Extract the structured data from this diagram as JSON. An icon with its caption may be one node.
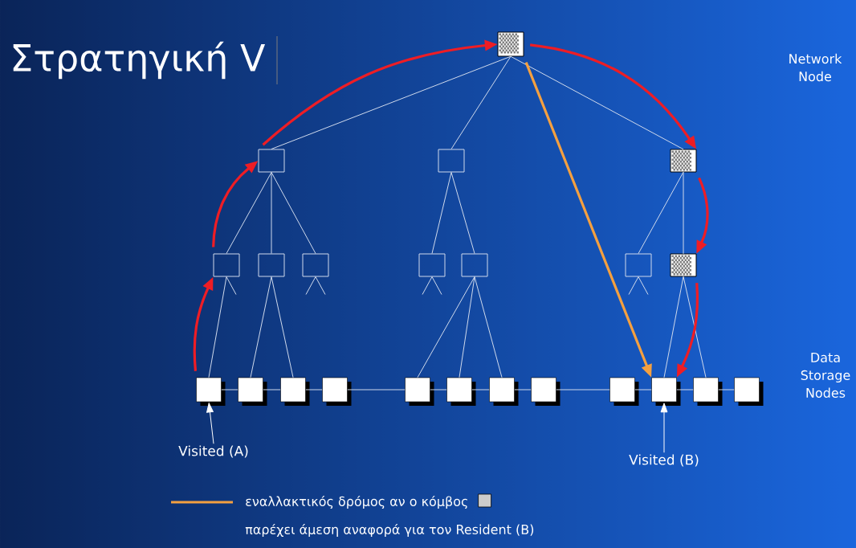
{
  "diagram": {
    "title": "Στρατηγική V",
    "nodes": [
      {
        "text": [],
        "shape": "box"
      },
      {
        "text": [],
        "shape": "box"
      },
      {
        "text": [],
        "shape": "box"
      },
      {
        "text": [],
        "shape": "box"
      },
      {
        "text": [],
        "shape": "box"
      },
      {
        "text": [],
        "shape": "box"
      },
      {
        "text": [],
        "shape": "box"
      },
      {
        "text": [],
        "shape": "box"
      },
      {
        "text": [],
        "shape": "box"
      },
      {
        "text": [],
        "shape": "box"
      },
      {
        "text": [],
        "shape": "box"
      },
      {
        "text": [],
        "shape": "box"
      },
      {
        "text": [],
        "shape": "box"
      },
      {
        "text": [],
        "shape": "box"
      },
      {
        "text": [],
        "shape": "box"
      },
      {
        "text": [],
        "shape": "box"
      },
      {
        "text": [],
        "shape": "box"
      },
      {
        "text": [],
        "shape": "box"
      },
      {
        "text": [],
        "shape": "box"
      },
      {
        "text": [],
        "shape": "box"
      },
      {
        "text": [],
        "shape": "box"
      },
      {
        "text": [],
        "shape": "box"
      },
      {
        "text": [],
        "shape": "box"
      },
      {
        "text": [
          "Visited (A)"
        ]
      },
      {
        "text": [
          "Visited (B)"
        ]
      }
    ],
    "edges": [
      {
        "from": 0,
        "to": 1,
        "arrow": "none"
      },
      {
        "from": 0,
        "to": 2,
        "arrow": "none"
      },
      {
        "from": 0,
        "to": 3,
        "arrow": "none"
      },
      {
        "from": 1,
        "to": 4,
        "arrow": "none"
      },
      {
        "from": 1,
        "to": 5,
        "arrow": "none"
      },
      {
        "from": 1,
        "to": 6,
        "arrow": "none"
      },
      {
        "from": 2,
        "to": 7,
        "arrow": "none"
      },
      {
        "from": 2,
        "to": 8,
        "arrow": "none"
      },
      {
        "from": 3,
        "to": 9,
        "arrow": "none"
      },
      {
        "from": 3,
        "to": 10,
        "arrow": "none"
      },
      {
        "from": 4,
        "to": 11,
        "arrow": "none"
      },
      {
        "from": 5,
        "to": 12,
        "arrow": "none"
      },
      {
        "from": 5,
        "to": 13,
        "arrow": "none"
      },
      {
        "from": 8,
        "to": 15,
        "arrow": "none"
      },
      {
        "from": 8,
        "to": 16,
        "arrow": "none"
      },
      {
        "from": 8,
        "to": 17,
        "arrow": "none"
      },
      {
        "from": 10,
        "to": 20,
        "arrow": "none"
      },
      {
        "from": 10,
        "to": 21,
        "arrow": "none"
      },
      {
        "from": 4,
        "to": null,
        "arrow": "none"
      },
      {
        "from": 6,
        "to": null,
        "arrow": "none"
      },
      {
        "from": 6,
        "to": null,
        "arrow": "none"
      },
      {
        "from": 7,
        "to": null,
        "arrow": "none"
      },
      {
        "from": 7,
        "to": null,
        "arrow": "none"
      },
      {
        "from": 9,
        "to": null,
        "arrow": "none"
      },
      {
        "from": 9,
        "to": null,
        "arrow": "none"
      },
      {
        "from": 11,
        "to": 12,
        "arrow": "none"
      },
      {
        "from": 12,
        "to": 13,
        "arrow": "none"
      },
      {
        "from": 13,
        "to": 14,
        "arrow": "none"
      },
      {
        "from": 14,
        "to": 15,
        "arrow": "none"
      },
      {
        "from": 15,
        "to": 16,
        "arrow": "none"
      },
      {
        "from": 16,
        "to": 17,
        "arrow": "none"
      },
      {
        "from": 17,
        "to": 18,
        "arrow": "none"
      },
      {
        "from": 18,
        "to": 19,
        "arrow": "none"
      },
      {
        "from": 19,
        "to": 20,
        "arrow": "none"
      },
      {
        "from": 20,
        "to": 21,
        "arrow": "none"
      },
      {
        "from": 21,
        "to": 22,
        "arrow": "none"
      },
      {
        "from": 11,
        "to": 4,
        "arrow": "to",
        "style": "thick",
        "color": "#ee1d25"
      },
      {
        "from": 4,
        "to": 1,
        "arrow": "to",
        "style": "thick",
        "color": "#ee1d25"
      },
      {
        "from": 1,
        "to": 0,
        "arrow": "to",
        "style": "thick",
        "color": "#ee1d25"
      },
      {
        "from": 0,
        "to": 3,
        "arrow": "to",
        "style": "thick",
        "color": "#ee1d25"
      },
      {
        "from": 3,
        "to": 10,
        "arrow": "to",
        "style": "thick",
        "color": "#ee1d25"
      },
      {
        "from": 10,
        "to": 20,
        "arrow": "to",
        "style": "thick",
        "color": "#ee1d25"
      },
      {
        "from": 0,
        "to": 20,
        "arrow": "to",
        "style": "thick",
        "color": "#f4a040"
      },
      {
        "from": 23,
        "to": 11,
        "arrow": "to"
      },
      {
        "from": 24,
        "to": 20,
        "arrow": "to"
      }
    ],
    "labels": [
      "Network Node",
      "Data Storage Nodes",
      "παρέχει άμεση αναφορά για τον Resident (B)"
    ],
    "legend": [
      {
        "text": "εναλλακτικός δρόμος αν ο κόμβος"
      }
    ]
  }
}
